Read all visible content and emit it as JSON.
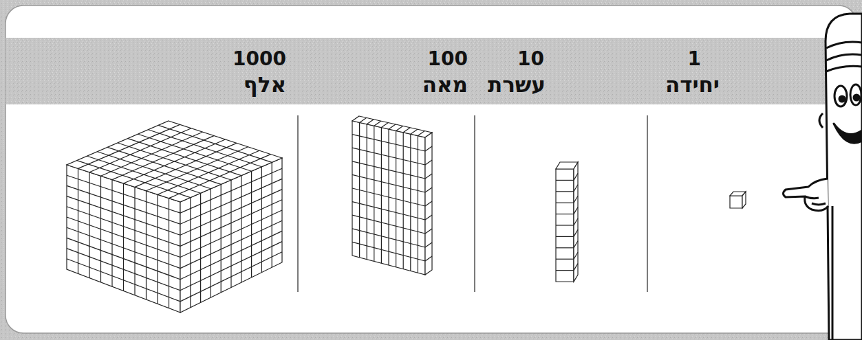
{
  "diagram": {
    "labels": [
      "1000",
      "אלף",
      "100",
      "מאה",
      "10",
      "עשרת",
      "1",
      "יחידה"
    ]
  }
}
